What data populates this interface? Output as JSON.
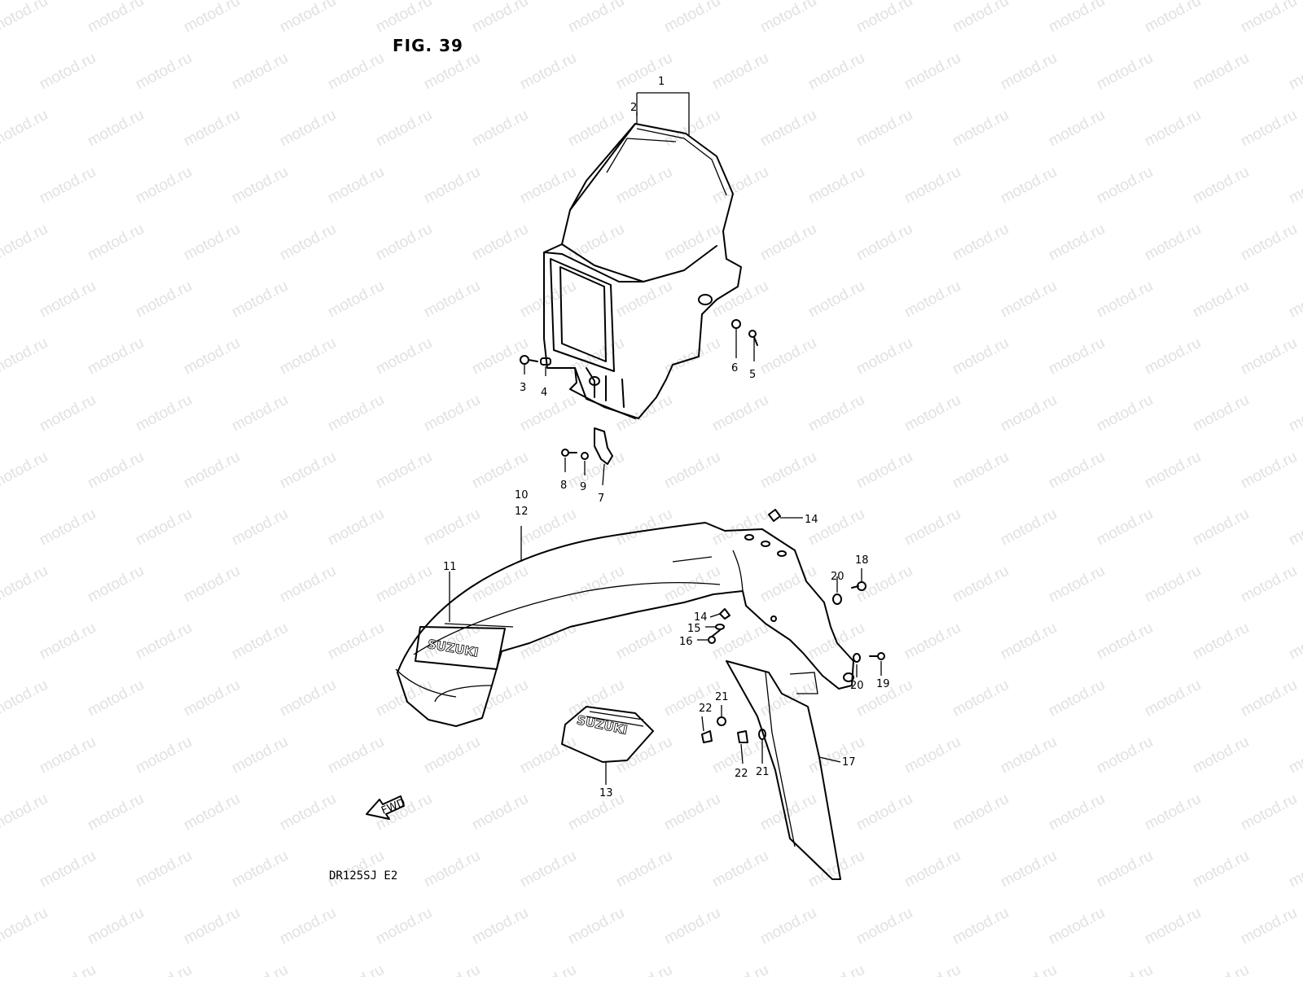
{
  "figure": {
    "title": "FIG. 39",
    "model_code": "DR125SJ E2"
  },
  "watermark": {
    "text": "motod.ru",
    "color": "#c9c9c9"
  },
  "direction_marker": {
    "text": "FWD"
  },
  "brand_text": "SUZUKI",
  "callouts": [
    {
      "id": "c1",
      "text": "1"
    },
    {
      "id": "c2",
      "text": "2"
    },
    {
      "id": "c3",
      "text": "3"
    },
    {
      "id": "c4",
      "text": "4"
    },
    {
      "id": "c5",
      "text": "5"
    },
    {
      "id": "c6",
      "text": "6"
    },
    {
      "id": "c7",
      "text": "7"
    },
    {
      "id": "c8",
      "text": "8"
    },
    {
      "id": "c9",
      "text": "9"
    },
    {
      "id": "c10",
      "text": "10"
    },
    {
      "id": "c11",
      "text": "11"
    },
    {
      "id": "c12",
      "text": "12"
    },
    {
      "id": "c13",
      "text": "13"
    },
    {
      "id": "c14a",
      "text": "14"
    },
    {
      "id": "c14b",
      "text": "14"
    },
    {
      "id": "c15",
      "text": "15"
    },
    {
      "id": "c16",
      "text": "16"
    },
    {
      "id": "c17",
      "text": "17"
    },
    {
      "id": "c18",
      "text": "18"
    },
    {
      "id": "c19",
      "text": "19"
    },
    {
      "id": "c20a",
      "text": "20"
    },
    {
      "id": "c20b",
      "text": "20"
    },
    {
      "id": "c21a",
      "text": "21"
    },
    {
      "id": "c21b",
      "text": "21"
    },
    {
      "id": "c22a",
      "text": "22"
    },
    {
      "id": "c22b",
      "text": "22"
    }
  ]
}
